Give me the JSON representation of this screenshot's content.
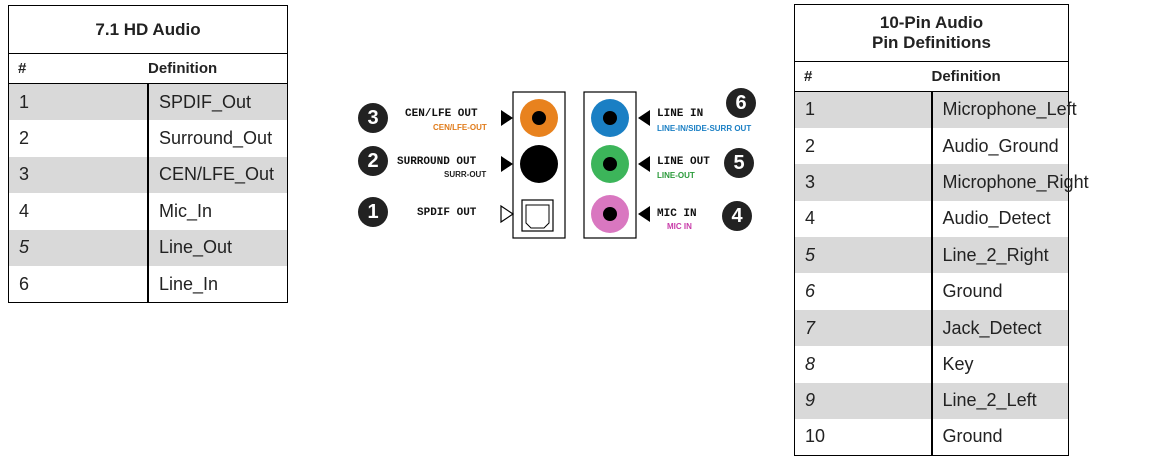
{
  "hd_audio_table": {
    "title": "7.1 HD Audio",
    "col_num": "#",
    "col_def": "Definition",
    "rows": [
      {
        "num": "1",
        "def": "SPDIF_Out"
      },
      {
        "num": "2",
        "def": "Surround_Out"
      },
      {
        "num": "3",
        "def": "CEN/LFE_Out"
      },
      {
        "num": "4",
        "def": "Mic_In"
      },
      {
        "num": "5",
        "def": "Line_Out"
      },
      {
        "num": "6",
        "def": "Line_In"
      }
    ]
  },
  "pin_table": {
    "title_line1": "10-Pin Audio",
    "title_line2": "Pin Definitions",
    "col_num": "#",
    "col_def": "Definition",
    "rows": [
      {
        "num": "1",
        "def": "Microphone_Left"
      },
      {
        "num": "2",
        "def": "Audio_Ground"
      },
      {
        "num": "3",
        "def": "Microphone_Right"
      },
      {
        "num": "4",
        "def": "Audio_Detect"
      },
      {
        "num": "5",
        "def": "Line_2_Right"
      },
      {
        "num": "6",
        "def": "Ground"
      },
      {
        "num": "7",
        "def": "Jack_Detect"
      },
      {
        "num": "8",
        "def": "Key"
      },
      {
        "num": "9",
        "def": "Line_2_Left"
      },
      {
        "num": "10",
        "def": "Ground"
      }
    ]
  },
  "diagram": {
    "left_jacks": [
      {
        "badge": "3",
        "label": "CEN/LFE OUT",
        "sub": "CEN/LFE-OUT",
        "sub_color": "#e07b1a",
        "jack_color": "#e8821e"
      },
      {
        "badge": "2",
        "label": "SURROUND OUT",
        "sub": "SURR-OUT",
        "sub_color": "#222222",
        "jack_color": "#000000"
      },
      {
        "badge": "1",
        "label": "SPDIF OUT",
        "sub": "",
        "sub_color": "#222222",
        "jack_color": "optical"
      }
    ],
    "right_jacks": [
      {
        "badge": "6",
        "label": "LINE IN",
        "sub": "LINE-IN/SIDE-SURR OUT",
        "sub_color": "#1a7fc4",
        "jack_color": "#1a7fc4"
      },
      {
        "badge": "5",
        "label": "LINE OUT",
        "sub": "LINE-OUT",
        "sub_color": "#2a9a3a",
        "jack_color": "#3cb55a"
      },
      {
        "badge": "4",
        "label": "MIC IN",
        "sub": "MIC IN",
        "sub_color": "#c83aa8",
        "jack_color": "#d977c0"
      }
    ]
  }
}
